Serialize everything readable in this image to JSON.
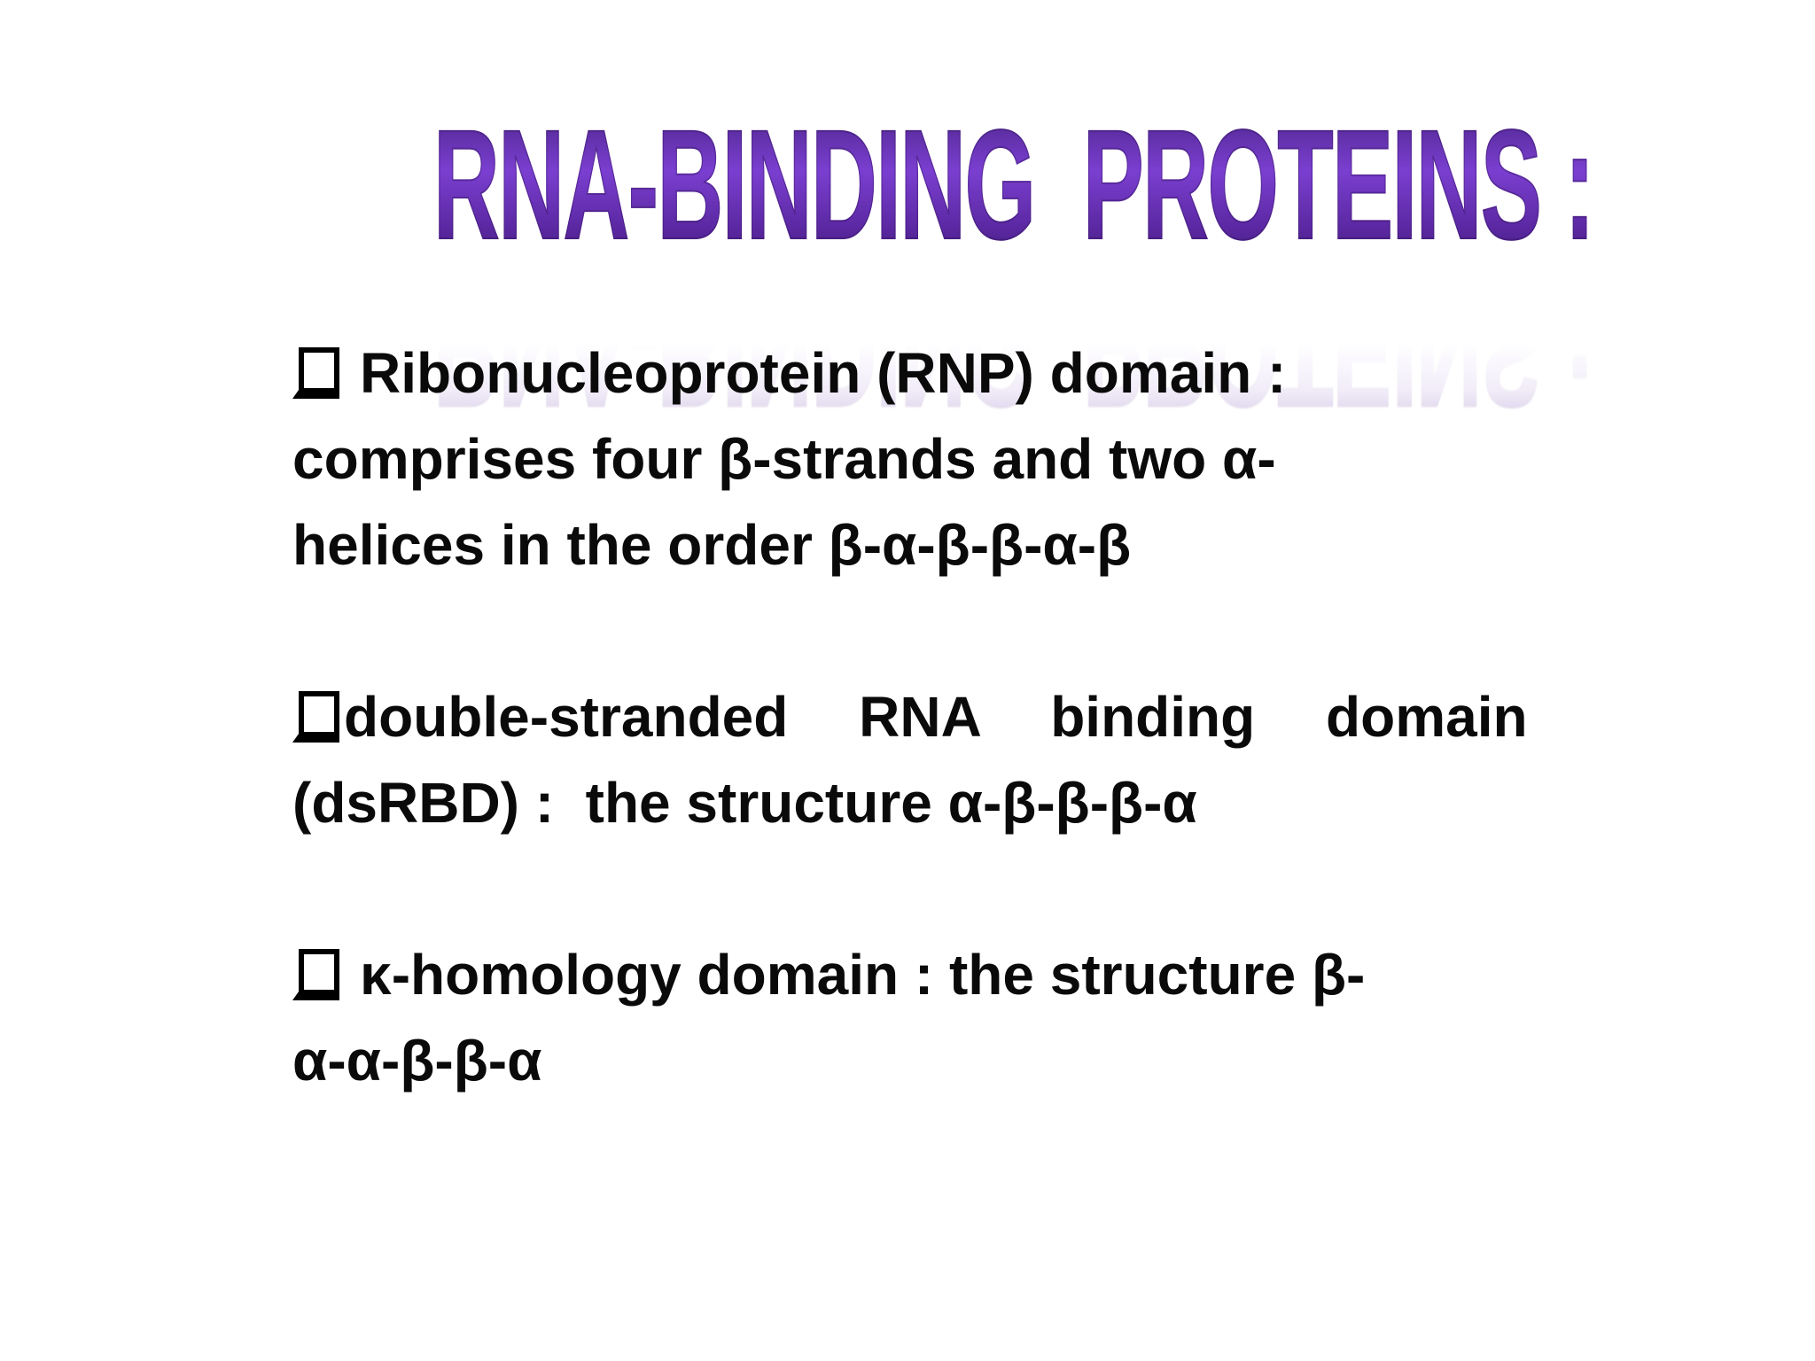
{
  "slide": {
    "title": {
      "text": "RNA-BINDING  PROTEINS :"
    },
    "bullets": [
      {
        "lines": [
          "Ribonucleoprotein (RNP) domain :",
          "comprises four β-strands and two α-",
          "helices in the order β-α-β-β-α-β"
        ]
      },
      {
        "lines": [
          "double-stranded RNA binding domain",
          "(dsRBD) :  the structure α-β-β-β-α"
        ]
      },
      {
        "lines": [
          "κ-homology domain : the structure β-",
          "α-α-β-β-α"
        ]
      }
    ],
    "colors": {
      "background": "#ffffff",
      "title_top": "#45207f",
      "title_mid": "#7a3fd0",
      "title_bottom": "#3a1870",
      "body_text": "#0a0a0a",
      "bullet_color": "#000000"
    }
  }
}
